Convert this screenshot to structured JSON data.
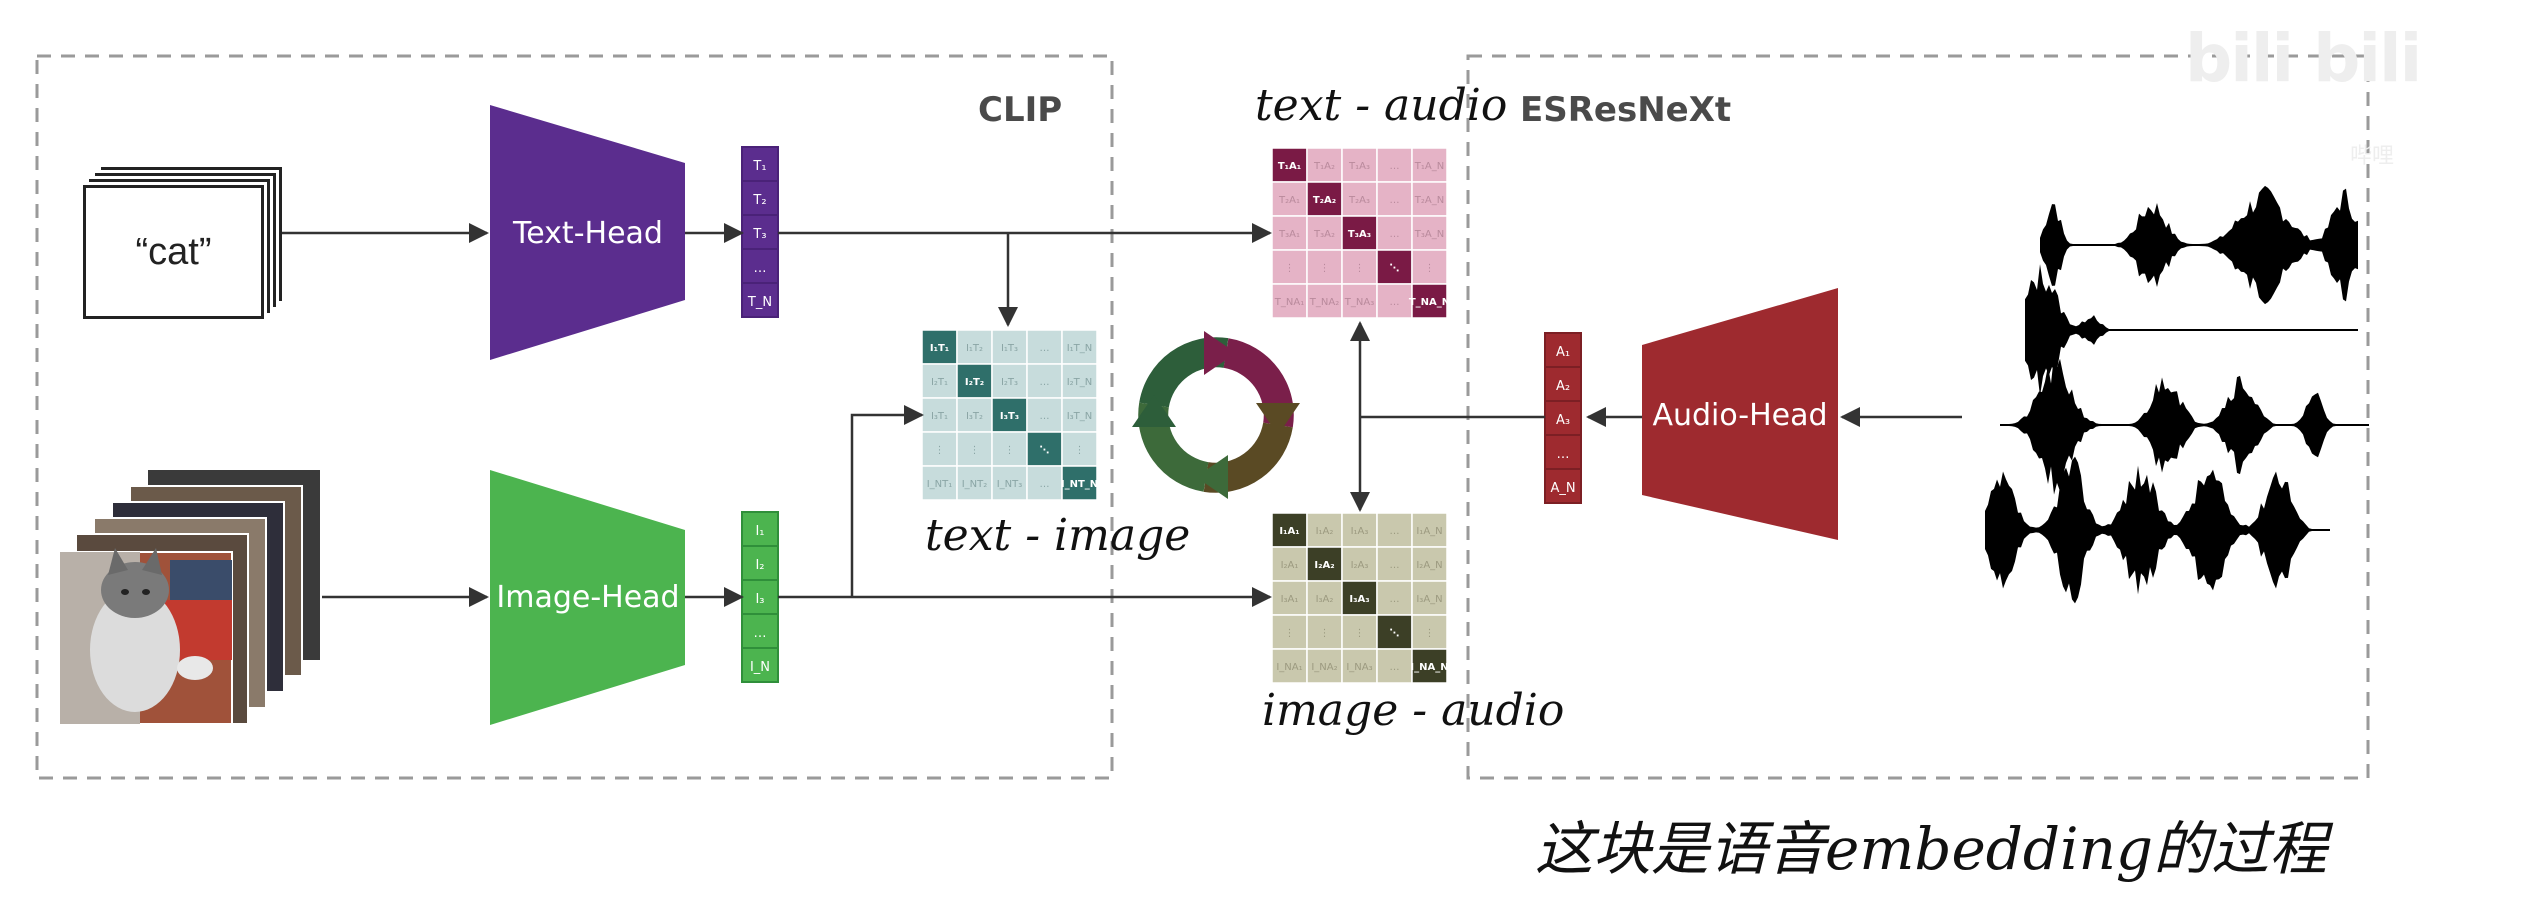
{
  "boxes": {
    "clip_title": "CLIP",
    "esresnext_title": "ESResNeXt"
  },
  "input_text": "“cat”",
  "heads": {
    "text": "Text-Head",
    "image": "Image-Head",
    "audio": "Audio-Head"
  },
  "embeddings": {
    "text": [
      "T₁",
      "T₂",
      "T₃",
      "…",
      "T_N"
    ],
    "image": [
      "I₁",
      "I₂",
      "I₃",
      "…",
      "I_N"
    ],
    "audio": [
      "A₁",
      "A₂",
      "A₃",
      "…",
      "A_N"
    ]
  },
  "matrices": {
    "text_image": {
      "row": [
        "I₁",
        "I₂",
        "I₃",
        "⋮",
        "I_N"
      ],
      "col": [
        "T₁",
        "T₂",
        "T₃",
        "…",
        "T_N"
      ],
      "highlight": "#2f6f6a",
      "cell": "#c7dcdc",
      "text": "#8aa5a5"
    },
    "text_audio": {
      "row": [
        "T₁",
        "T₂",
        "T₃",
        "⋮",
        "T_N"
      ],
      "col": [
        "A₁",
        "A₂",
        "A₃",
        "…",
        "A_N"
      ],
      "highlight": "#7a1a45",
      "cell": "#e5b3c6",
      "text": "#b98a9c"
    },
    "image_audio": {
      "row": [
        "I₁",
        "I₂",
        "I₃",
        "⋮",
        "I_N"
      ],
      "col": [
        "A₁",
        "A₂",
        "A₃",
        "…",
        "A_N"
      ],
      "highlight": "#3c3f26",
      "cell": "#c9c8ad",
      "text": "#9c9a80"
    }
  },
  "annotations": {
    "text_audio": "text - audio",
    "text_image": "text - image",
    "image_audio": "image - audio",
    "bottom_note": "这块是语音embedding的过程"
  },
  "watermark": {
    "brand": "bilibili",
    "sub": "哔哩"
  },
  "colors": {
    "text_head": "#5b2d8e",
    "image_head": "#4cb44f",
    "audio_head": "#9e2a2f",
    "text_head_dark": "#4a2278",
    "image_head_dark": "#2f8f3a",
    "audio_head_dark": "#7c1f24",
    "arrow": "#333333",
    "dashed_border": "#9a9a9a"
  },
  "icons": {
    "cycle": "refresh-cycle-icon",
    "cat_photos": "cat-photo-stack",
    "waveforms": "audio-waveform-stack"
  }
}
